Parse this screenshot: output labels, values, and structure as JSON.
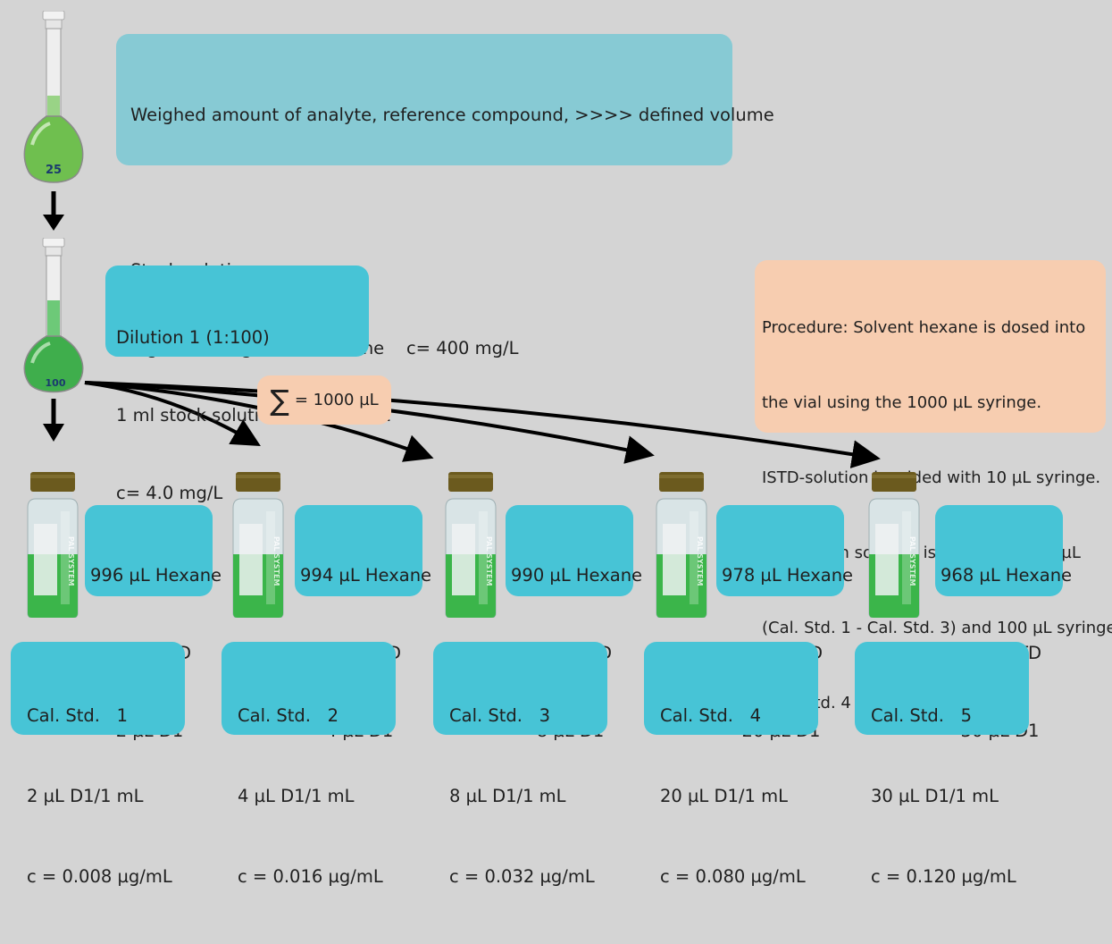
{
  "stock": {
    "line1": "Weighed amount of analyte, reference compound, >>>> defined volume",
    "line2": "Stock solution:",
    "line3": "e.g. 10,00 mg/25 mL Hexane    c= 400 mg/L"
  },
  "dilution": {
    "line1": "Dilution 1 (1:100)",
    "line2": "1 ml stock solution in 100.0 mL",
    "line3": "c= 4.0 mg/L"
  },
  "procedure": {
    "lines": [
      "Procedure: Solvent hexane is dosed into",
      "the vial using the 1000 µL syringe.",
      "ISTD-solution is added with 10 µL syringe.",
      "Calibration solution is added with 10 µL",
      "(Cal. Std. 1 - Cal. Std. 3) and 100 µL syringe",
      "(Cal. Std. 4 and Cal. Std. 5)."
    ]
  },
  "sum": {
    "symbol": "∑",
    "label": "= 1000 µL"
  },
  "flasks": {
    "stock_label": "25",
    "dilution_label": "100"
  },
  "vial_brand": "PAL SYSTEM",
  "vials": [
    {
      "hexane": "996 µL Hexane",
      "istd": "2 µL ISTD",
      "d1": "2 µL D1"
    },
    {
      "hexane": "994 µL Hexane",
      "istd": "2 µL ISTD",
      "d1": "4 µL D1"
    },
    {
      "hexane": "990 µL Hexane",
      "istd": "2 µL ISTD",
      "d1": "8 µL D1"
    },
    {
      "hexane": "978 µL Hexane",
      "istd": "2 µL ISTD",
      "d1": "20 µL D1"
    },
    {
      "hexane": "968 µL Hexane",
      "istd": "2 µL ISTD",
      "d1": "30 µL D1"
    }
  ],
  "standards": [
    {
      "name": "Cal. Std.   1",
      "amount": "2 µL D1/1 mL",
      "conc": "c = 0.008 µg/mL"
    },
    {
      "name": "Cal. Std.   2",
      "amount": "4 µL D1/1 mL",
      "conc": "c = 0.016 µg/mL"
    },
    {
      "name": "Cal. Std.   3",
      "amount": "8 µL D1/1 mL",
      "conc": "c = 0.032 µg/mL"
    },
    {
      "name": "Cal. Std.   4",
      "amount": "20 µL D1/1 mL",
      "conc": "c = 0.080 µg/mL"
    },
    {
      "name": "Cal. Std.   5",
      "amount": "30 µL D1/1 mL",
      "conc": "c = 0.120 µg/mL"
    }
  ],
  "colors": {
    "background": "#d4d4d4",
    "box_light_teal": "#87cad4",
    "box_teal": "#47c4d6",
    "box_peach": "#f7cdb0",
    "liquid_green": "#3bb54a",
    "vial_cap": "#6b5a1e",
    "arrow": "#000000"
  }
}
